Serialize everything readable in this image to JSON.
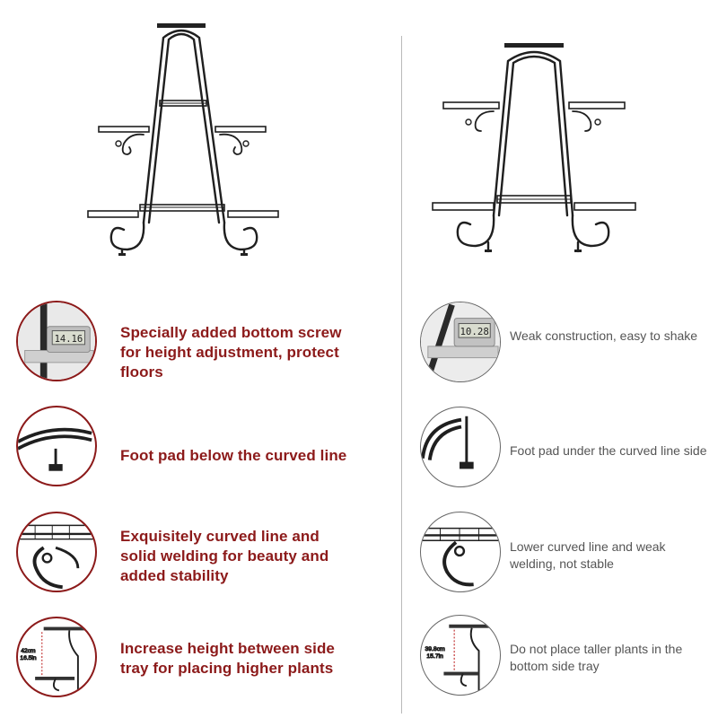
{
  "colors": {
    "accent": "#8c1a1a",
    "muted_text": "#555555",
    "metal": "#1f1f1f",
    "divider": "#b9b9b9"
  },
  "products": {
    "ours": {
      "icon": "plant-stand-tall-icon"
    },
    "theirs": {
      "icon": "plant-stand-short-icon"
    }
  },
  "features_ours": [
    {
      "text": "Specially added bottom screw for height adjustment, protect floors",
      "icon": "caliper-gauge-icon"
    },
    {
      "text": "Foot pad below the curved line",
      "icon": "foot-pad-icon"
    },
    {
      "text": "Exquisitely curved line and solid welding for beauty and added stability",
      "icon": "curved-weld-icon"
    },
    {
      "text": "Increase height between side tray for placing higher plants",
      "icon": "tray-height-icon",
      "measure": [
        "42cm",
        "16.5in"
      ]
    }
  ],
  "features_theirs": [
    {
      "text": "Weak construction, easy to shake",
      "icon": "caliper-gauge-icon"
    },
    {
      "text": "Foot pad under the curved line side",
      "icon": "foot-pad-icon"
    },
    {
      "text": "Lower curved line and weak welding, not stable",
      "icon": "curved-weld-icon"
    },
    {
      "text": "Do not place taller plants in the bottom side tray",
      "icon": "tray-height-icon",
      "measure": [
        "39.8cm",
        "15.7in"
      ]
    }
  ]
}
